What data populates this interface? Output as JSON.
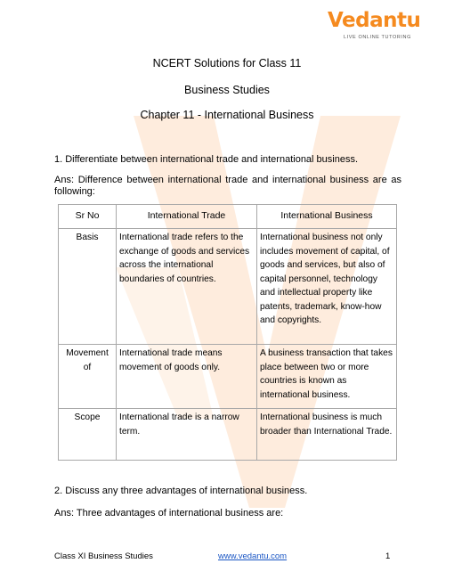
{
  "logo": {
    "brand": "Vedantu",
    "tagline": "LIVE ONLINE TUTORING"
  },
  "header": {
    "line1": "NCERT Solutions for Class 11",
    "line2": "Business Studies",
    "line3": "Chapter 11 - International Business"
  },
  "q1": {
    "question": "1. Differentiate between international trade and international business.",
    "answer": "Ans: Difference between international trade and international business are as following:"
  },
  "table": {
    "headers": [
      "Sr No",
      "International Trade",
      "International Business"
    ],
    "rows": [
      [
        "Basis",
        "International trade refers to the exchange of goods and services across the international boundaries of countries.",
        "International business not only includes movement of capital, of goods and services, but also of capital personnel, technology and intellectual property like patents, trademark, know-how  and copyrights."
      ],
      [
        "Movement of",
        "International trade means movement of goods only.",
        "A business transaction that takes place between two or more countries is known as international  business."
      ],
      [
        "Scope",
        "International trade is a narrow term.",
        "International business is much broader than International Trade."
      ]
    ]
  },
  "q2": {
    "question": "2. Discuss any three advantages of international business.",
    "answer": "Ans:  Three advantages of international business are:"
  },
  "footer": {
    "left": "Class XI Business Studies",
    "link": "www.vedantu.com",
    "page": "1"
  },
  "colors": {
    "brand": "#f58a1f",
    "link": "#1a56c4",
    "border": "#a8a8a8"
  }
}
